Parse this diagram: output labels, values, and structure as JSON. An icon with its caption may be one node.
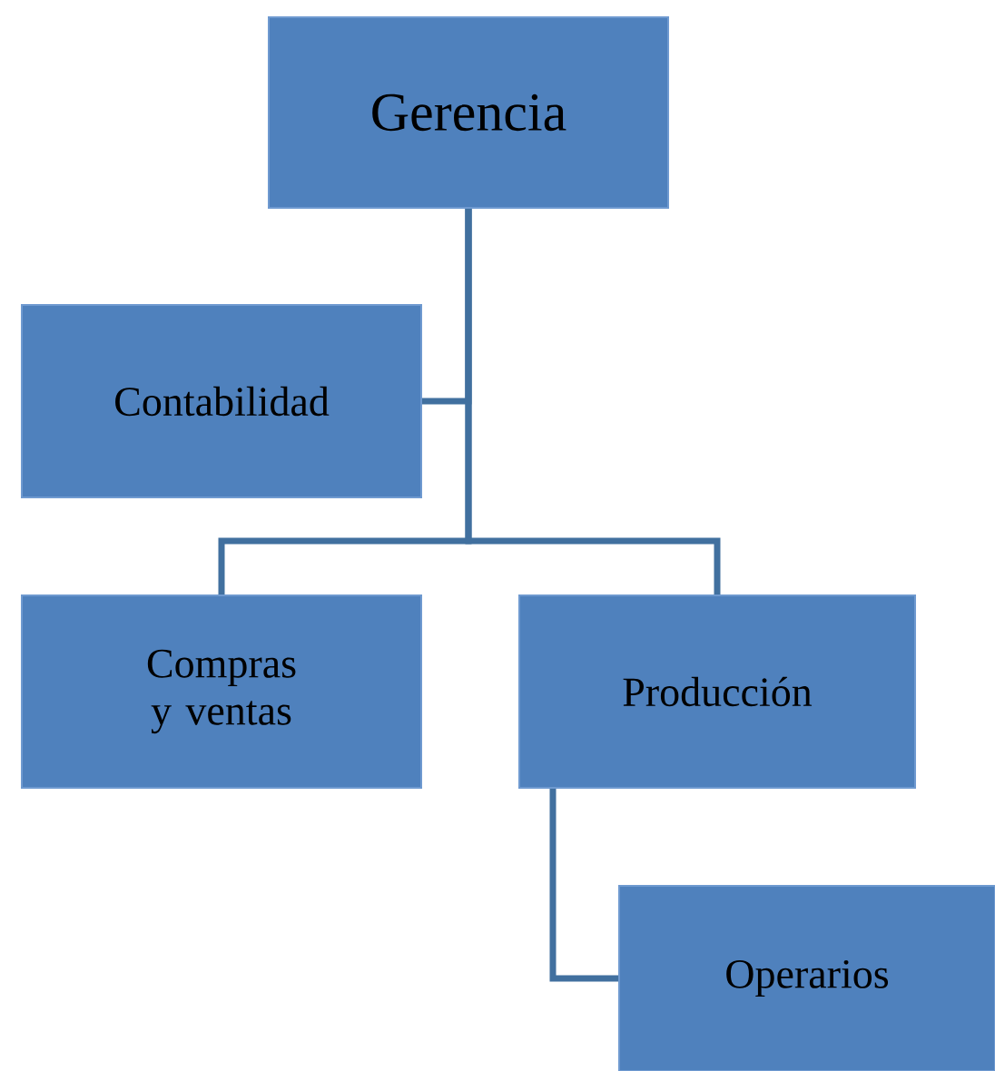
{
  "diagram": {
    "nodes": [
      {
        "text": [
          "Gerencia"
        ]
      },
      {
        "text": [
          "Contabilidad"
        ]
      },
      {
        "text": [
          "Compras y ventas"
        ]
      },
      {
        "text": [
          "Producción"
        ]
      },
      {
        "text": [
          "Operarios"
        ]
      }
    ],
    "edges": [
      {
        "from": 0,
        "to": 1,
        "arrow": "none"
      },
      {
        "from": 0,
        "to": 2,
        "arrow": "none"
      },
      {
        "from": 0,
        "to": 3,
        "arrow": "none"
      },
      {
        "from": 3,
        "to": 4,
        "arrow": "none"
      }
    ]
  }
}
